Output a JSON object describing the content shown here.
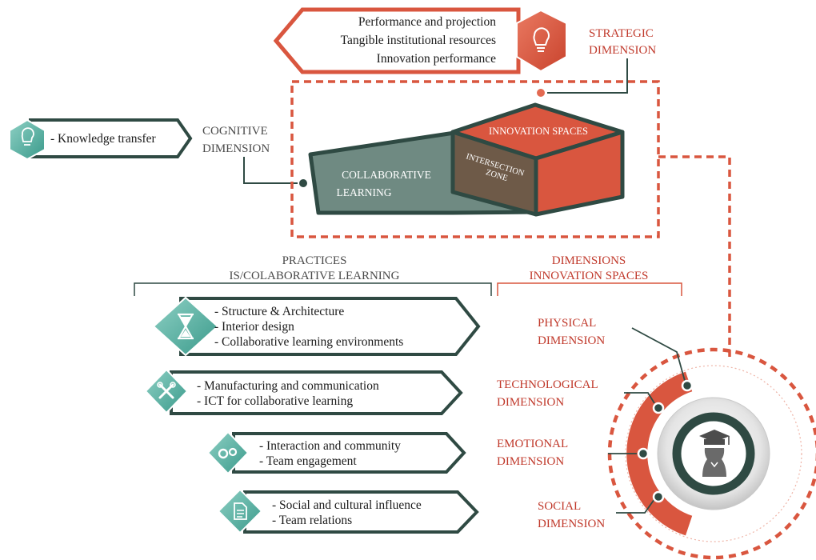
{
  "strategic": {
    "items": [
      "Performance and projection",
      "Tangible institutional resources",
      "Innovation performance"
    ],
    "label_line1": "STRATEGIC",
    "label_line2": "DIMENSION"
  },
  "cognitive": {
    "item": "- Knowledge transfer",
    "label_line1": "COGNITIVE",
    "label_line2": "DIMENSION"
  },
  "box": {
    "collab_line1": "COLLABORATIVE",
    "collab_line2": "LEARNING",
    "innovation": "INNOVATION SPACES",
    "zone_line1": "INTERSECTION",
    "zone_line2": "ZONE"
  },
  "practices": {
    "header_line1": "PRACTICES",
    "header_line2": "IS/COLABORATIVE LEARNING",
    "groups": [
      {
        "icon": "hourglass-icon",
        "items": [
          "- Structure & Architecture",
          "- Interior design",
          "- Collaborative learning environments"
        ]
      },
      {
        "icon": "tools-icon",
        "items": [
          "- Manufacturing and communication",
          "- ICT for collaborative learning"
        ]
      },
      {
        "icon": "gears-icon",
        "items": [
          "- Interaction and community",
          "- Team engagement"
        ]
      },
      {
        "icon": "document-icon",
        "items": [
          "- Social and cultural influence",
          "- Team relations"
        ]
      }
    ]
  },
  "dimensions": {
    "header_line1": "DIMENSIONS",
    "header_line2": "INNOVATION SPACES",
    "physical_line1": "PHYSICAL",
    "physical_line2": "DIMENSION",
    "technological_line1": "TECHNOLOGICAL",
    "technological_line2": "DIMENSION",
    "emotional_line1": "EMOTIONAL",
    "emotional_line2": "DIMENSION",
    "social_line1": "SOCIAL",
    "social_line2": "DIMENSION"
  },
  "colors": {
    "accent_red": "#d9563f",
    "dark_green": "#2f4a43",
    "slate_green": "#6f8a82",
    "teal": "#5fb3a5",
    "brown": "#6e5a48"
  }
}
